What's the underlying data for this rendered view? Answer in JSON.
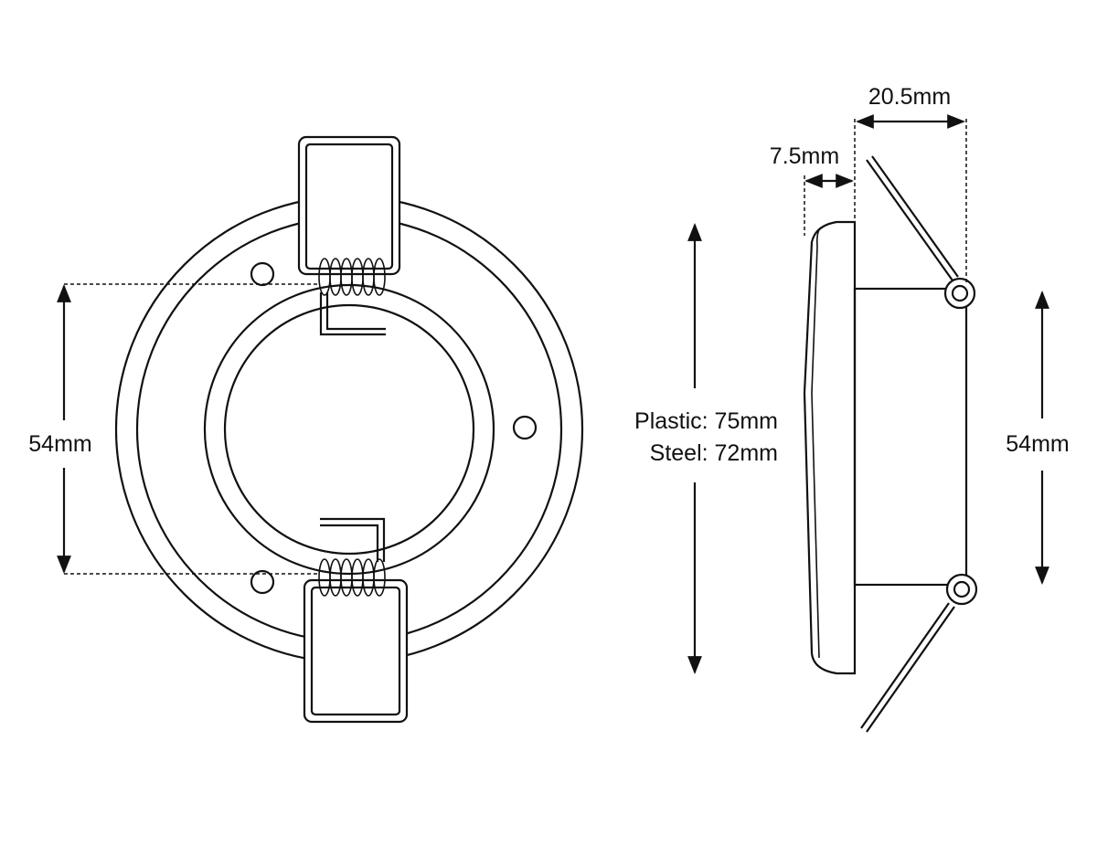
{
  "front_view": {
    "dimension_label": "54mm"
  },
  "center_dimension": {
    "line1": "Plastic: 75mm",
    "line2": "Steel: 72mm"
  },
  "side_view": {
    "depth_label": "20.5mm",
    "bezel_label": "7.5mm",
    "height_label": "54mm"
  },
  "colors": {
    "stroke": "#111111",
    "background": "#ffffff"
  }
}
